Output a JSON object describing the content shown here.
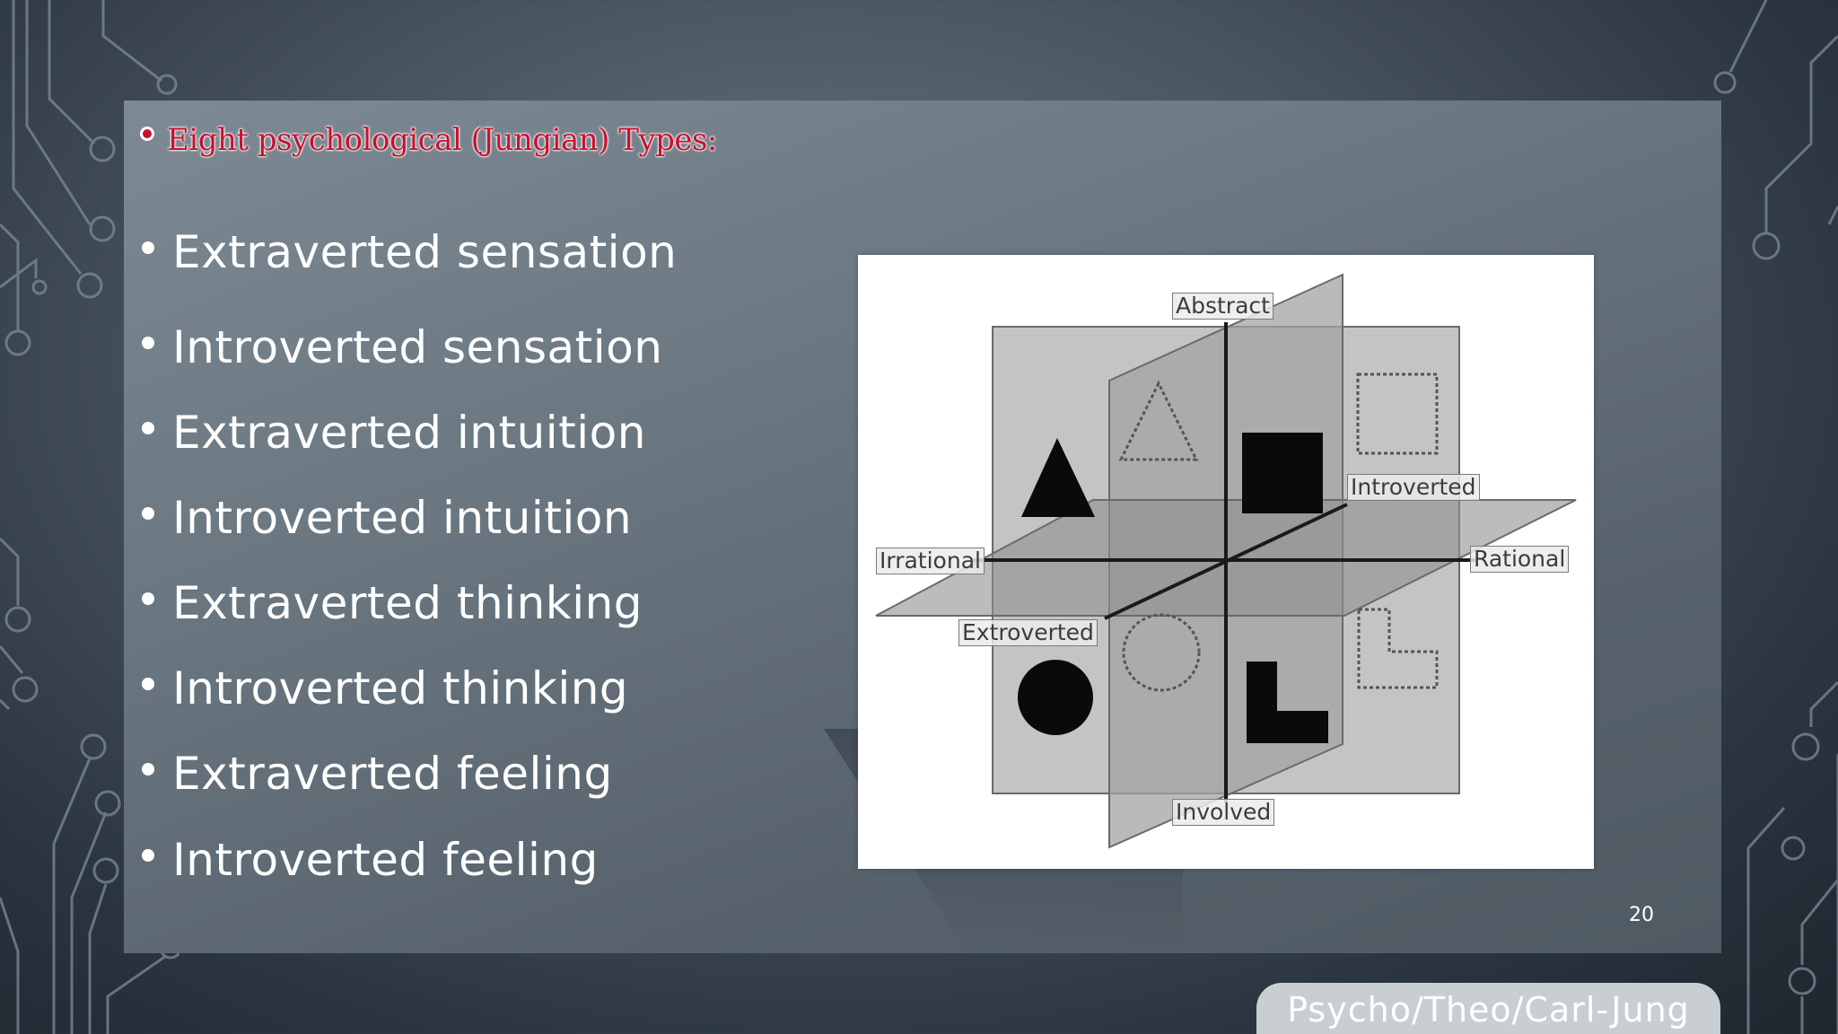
{
  "slide": {
    "heading": "Eight psychological (Jungian) Types:",
    "types": [
      "Extraverted sensation",
      "Introverted sensation",
      "Extraverted intuition",
      "Introverted intuition",
      "Extraverted thinking",
      "Introverted thinking",
      "Extraverted feeling",
      "Introverted feeling"
    ],
    "page_number": "20",
    "footer": "Psycho/Theo/Carl-Jung"
  },
  "diagram": {
    "labels": {
      "top": "Abstract",
      "bottom": "Involved",
      "left": "Irrational",
      "right": "Rational",
      "front": "Extroverted",
      "back": "Introverted"
    }
  },
  "colors": {
    "accent": "#c8102e",
    "text": "#ffffff",
    "footer_bg": "#c9ced2"
  }
}
